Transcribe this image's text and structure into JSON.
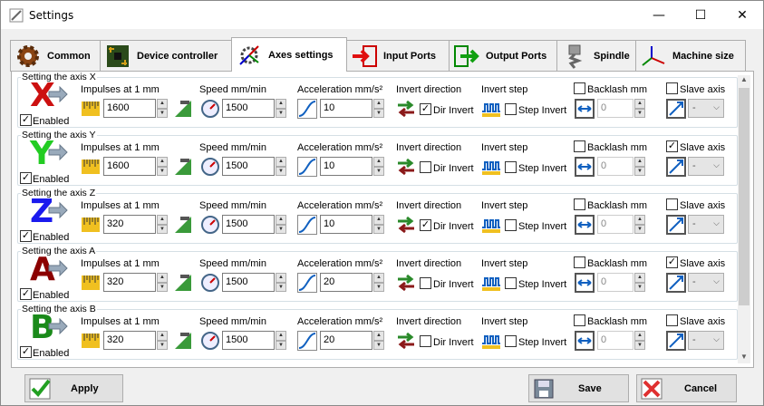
{
  "window": {
    "title": "Settings",
    "minimize": "—",
    "maximize": "☐",
    "close": "✕"
  },
  "tabs": [
    {
      "label": "Common",
      "icon": "gear-icon"
    },
    {
      "label": "Device controller",
      "icon": "circuit-board-icon"
    },
    {
      "label": "Axes settings",
      "icon": "axes-gear-icon"
    },
    {
      "label": "Input Ports",
      "icon": "input-arrow-icon"
    },
    {
      "label": "Output Ports",
      "icon": "output-arrow-icon"
    },
    {
      "label": "Spindle",
      "icon": "spindle-icon"
    },
    {
      "label": "Machine size",
      "icon": "xyz-axes-icon"
    }
  ],
  "labels": {
    "impulses": "Impulses at 1 mm",
    "speed": "Speed mm/min",
    "accel": "Acceleration mm/s²",
    "invert_dir": "Invert direction",
    "invert_step": "Invert step",
    "dir_invert": "Dir Invert",
    "step_invert": "Step Invert",
    "backlash": "Backlash mm",
    "slave": "Slave axis",
    "enabled": "Enabled"
  },
  "axes": [
    {
      "title": "Setting the axis X",
      "letter": "X",
      "color": "#cc1010",
      "enabled": true,
      "impulses": "1600",
      "speed": "1500",
      "accel": "10",
      "dir_invert": true,
      "step_invert": false,
      "backlash_on": false,
      "backlash": "0",
      "slave_on": false,
      "slave": "-"
    },
    {
      "title": "Setting the axis Y",
      "letter": "Y",
      "color": "#22cc22",
      "enabled": true,
      "impulses": "1600",
      "speed": "1500",
      "accel": "10",
      "dir_invert": false,
      "step_invert": false,
      "backlash_on": false,
      "backlash": "0",
      "slave_on": true,
      "slave": "-"
    },
    {
      "title": "Setting the axis Z",
      "letter": "Z",
      "color": "#1a1aee",
      "enabled": true,
      "impulses": "320",
      "speed": "1500",
      "accel": "10",
      "dir_invert": true,
      "step_invert": false,
      "backlash_on": false,
      "backlash": "0",
      "slave_on": false,
      "slave": "-"
    },
    {
      "title": "Setting the axis A",
      "letter": "A",
      "color": "#8b0000",
      "enabled": true,
      "impulses": "320",
      "speed": "1500",
      "accel": "20",
      "dir_invert": false,
      "step_invert": false,
      "backlash_on": false,
      "backlash": "0",
      "slave_on": true,
      "slave": "-"
    },
    {
      "title": "Setting the axis B",
      "letter": "B",
      "color": "#1a8a1a",
      "enabled": true,
      "impulses": "320",
      "speed": "1500",
      "accel": "20",
      "dir_invert": false,
      "step_invert": false,
      "backlash_on": false,
      "backlash": "0",
      "slave_on": false,
      "slave": "-"
    }
  ],
  "buttons": {
    "apply": "Apply",
    "save": "Save",
    "cancel": "Cancel"
  }
}
